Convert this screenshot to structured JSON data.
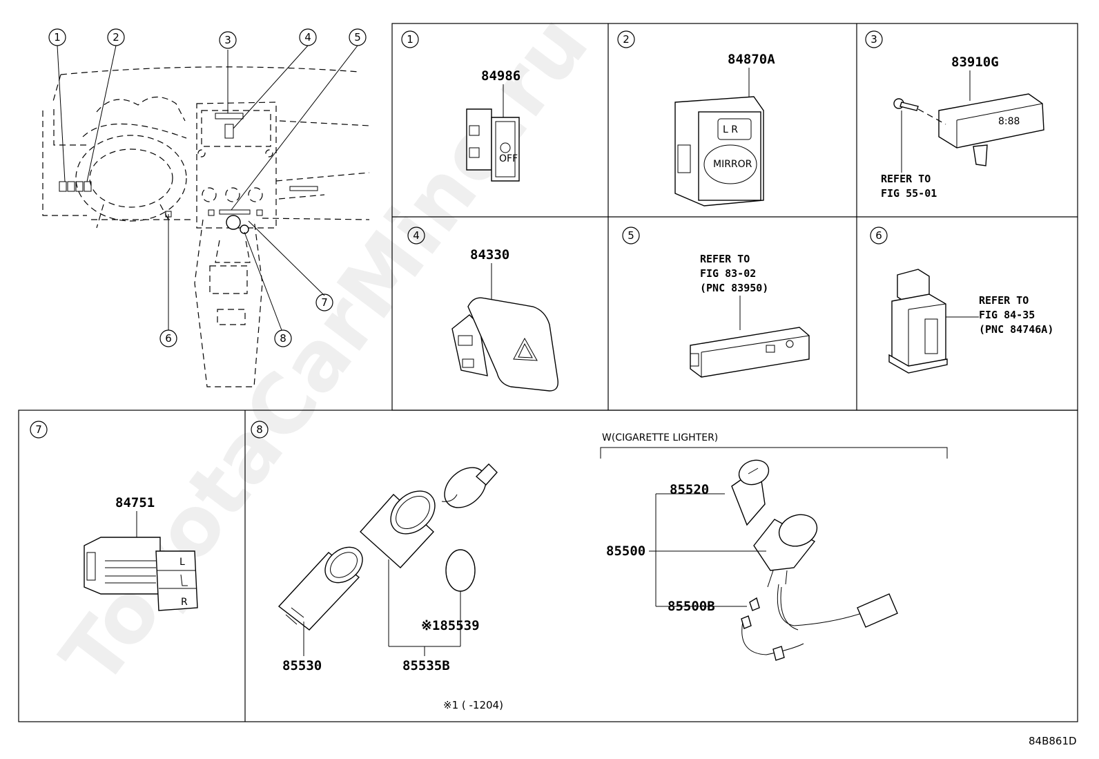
{
  "watermark": "ToyotaCarMine.ru",
  "overview": {
    "callouts": [
      "1",
      "2",
      "3",
      "4",
      "5",
      "6",
      "7",
      "8"
    ]
  },
  "panels": [
    {
      "index": "1",
      "parts": [
        "84986"
      ]
    },
    {
      "index": "2",
      "parts": [
        "84870A"
      ]
    },
    {
      "index": "3",
      "parts": [
        "83910G"
      ],
      "refer": [
        "REFER TO",
        "FIG 55-01"
      ]
    },
    {
      "index": "4",
      "parts": [
        "84330"
      ]
    },
    {
      "index": "5",
      "parts": [],
      "refer": [
        "REFER TO",
        "FIG 83-02",
        "(PNC 83950)"
      ]
    },
    {
      "index": "6",
      "parts": [],
      "refer": [
        "REFER TO",
        "FIG 84-35",
        "(PNC 84746A)"
      ]
    },
    {
      "index": "7",
      "parts": [
        "84751"
      ]
    },
    {
      "index": "8",
      "parts": [
        "85530",
        "85535B",
        "※185539",
        "85520",
        "85500",
        "85500B"
      ],
      "group_caption": "W(CIGARETTE LIGHTER)",
      "footnote": "※1 (      -1204)"
    }
  ],
  "switch_labels": {
    "vsc_off": "OFF",
    "mirror": "MIRROR",
    "mirror_lr": "L   R",
    "seat_l": "L",
    "seat_r": "R",
    "clock": "8:88"
  },
  "diagram_code": "84B861D"
}
